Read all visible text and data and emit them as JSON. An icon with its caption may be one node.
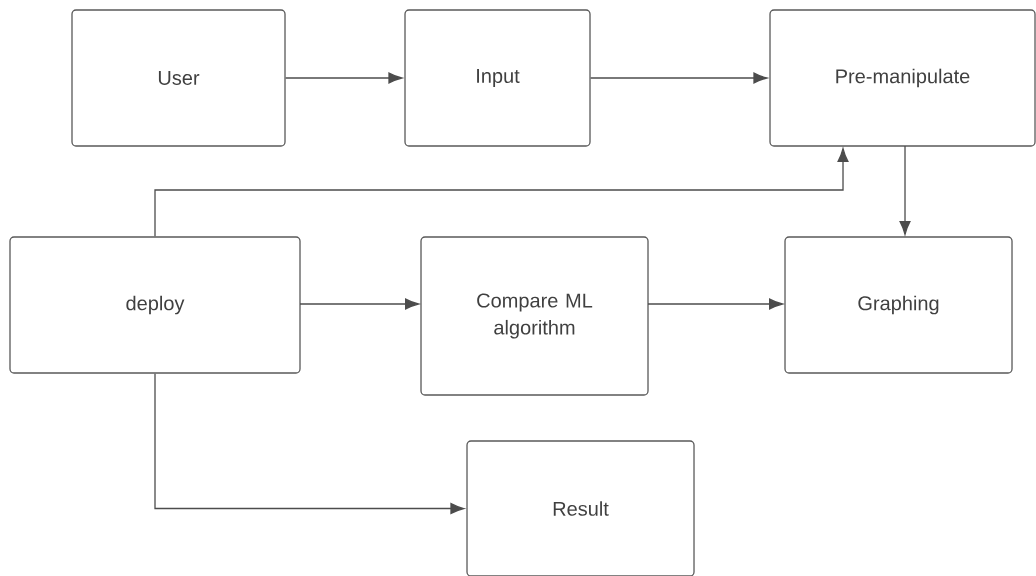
{
  "diagram": {
    "nodes": [
      {
        "text": [
          "User"
        ]
      },
      {
        "text": [
          "Input"
        ]
      },
      {
        "text": [
          "Pre-manipulate"
        ]
      },
      {
        "text": [
          "deploy"
        ]
      },
      {
        "text": [
          "Compare ML algorithm"
        ]
      },
      {
        "text": [
          "Graphing"
        ]
      },
      {
        "text": [
          "Result"
        ]
      }
    ],
    "edges": [
      {
        "from": 0,
        "to": 1,
        "arrow": "to"
      },
      {
        "from": 1,
        "to": 2,
        "arrow": "to"
      },
      {
        "from": 3,
        "to": 2,
        "arrow": "to"
      },
      {
        "from": 2,
        "to": 5,
        "arrow": "to"
      },
      {
        "from": 3,
        "to": 4,
        "arrow": "to"
      },
      {
        "from": 4,
        "to": 5,
        "arrow": "to"
      },
      {
        "from": 3,
        "to": 6,
        "arrow": "to"
      }
    ]
  }
}
